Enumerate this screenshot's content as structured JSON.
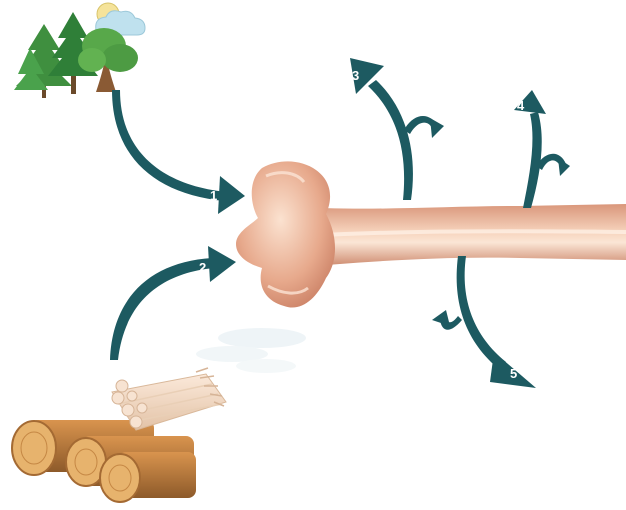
{
  "labels": {
    "arrow1": "1",
    "arrow2": "2",
    "arrow3": "3",
    "arrow4": "4",
    "arrow5": "5"
  },
  "icons": {
    "forest": "forest-icon",
    "sun_cloud": "sun-cloud-icon",
    "logs": "logs-icon",
    "wood_fibers": "wood-fibers-icon",
    "steam": "steam-icon",
    "bone": "bone-icon"
  },
  "colors": {
    "arrow": "#1d5a61",
    "tree": "#3e9b46",
    "bone": "#e6ad8f",
    "log": "#c98a4a",
    "sun": "#f5e39a",
    "cloud": "#bfe1ee"
  }
}
